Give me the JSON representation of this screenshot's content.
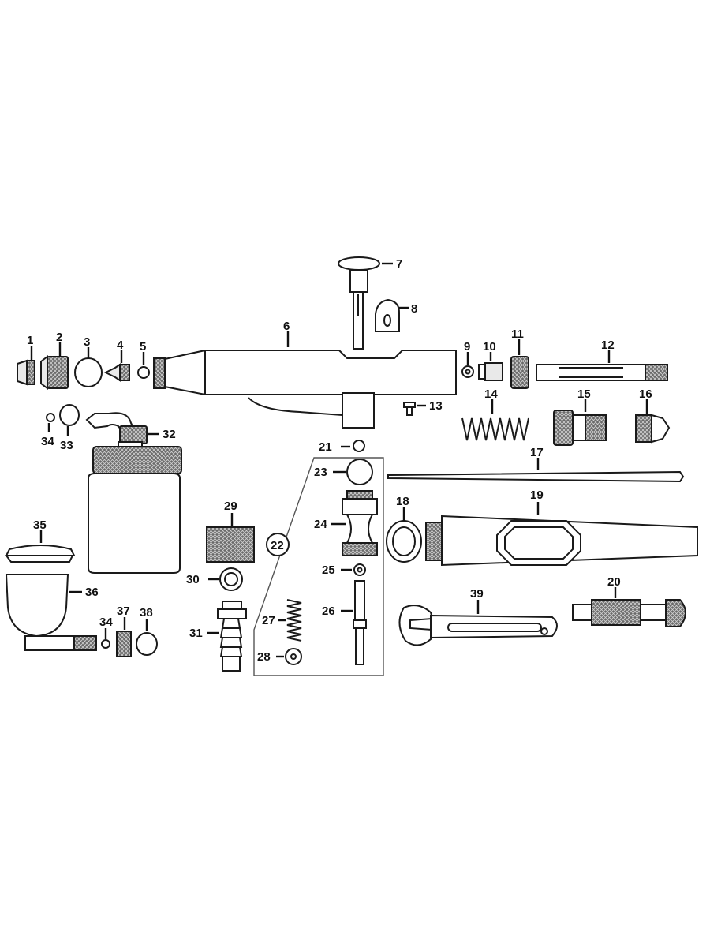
{
  "diagram": {
    "part_callouts": [
      "1",
      "2",
      "3",
      "4",
      "5",
      "6",
      "7",
      "8",
      "9",
      "10",
      "11",
      "12",
      "13",
      "14",
      "15",
      "16",
      "17",
      "18",
      "19",
      "20",
      "21",
      "22",
      "23",
      "24",
      "25",
      "26",
      "27",
      "28",
      "29",
      "30",
      "31",
      "32",
      "33",
      "34",
      "35",
      "36",
      "37",
      "38",
      "39"
    ],
    "secondary_callout": "34"
  }
}
